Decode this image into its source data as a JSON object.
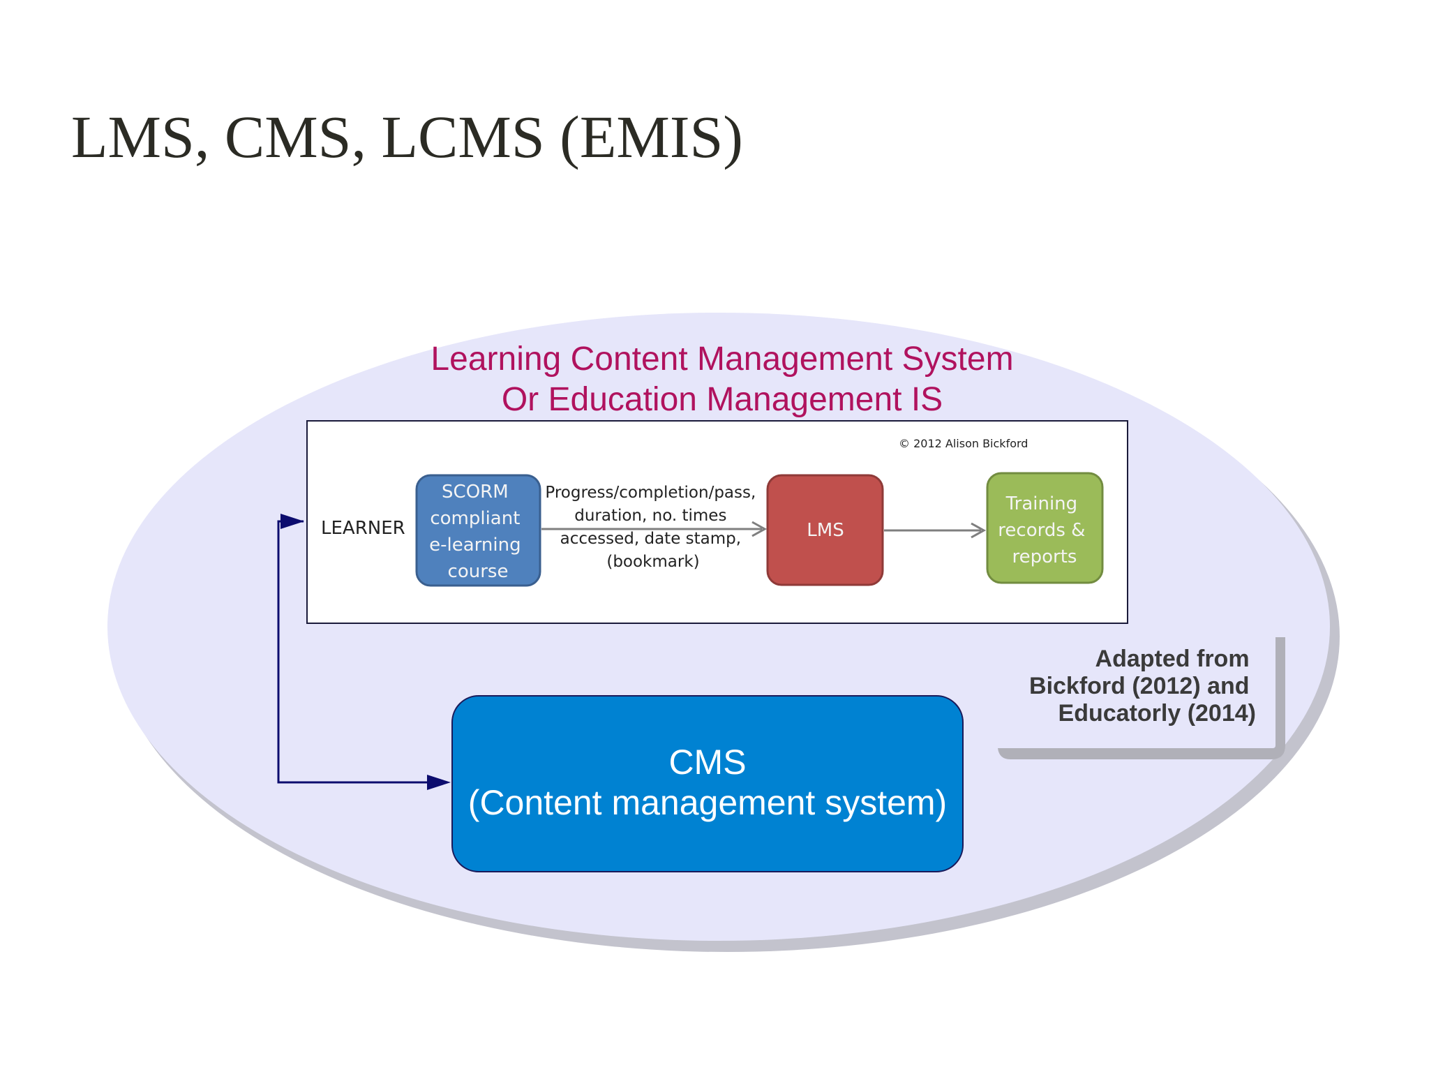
{
  "slide": {
    "title": "LMS, CMS, LCMS (EMIS)"
  },
  "diagram": {
    "heading_line1": "Learning Content Management System",
    "heading_line2": "Or Education Management IS",
    "copyright": "© 2012 Alison Bickford",
    "learner_label": "LEARNER",
    "scorm_box": {
      "lines": [
        "SCORM",
        "compliant",
        "e-learning",
        "course"
      ]
    },
    "flow_label": {
      "lines": [
        "Progress/completion/pass,",
        "duration, no. times",
        "accessed, date stamp,",
        "(bookmark)"
      ]
    },
    "lms_box": {
      "label": "LMS"
    },
    "training_box": {
      "lines": [
        "Training",
        "records &",
        "reports"
      ]
    },
    "cms_box": {
      "line1": "CMS",
      "line2": "(Content management system)"
    },
    "credit": {
      "lines": [
        "Adapted from",
        "Bickford (2012) and",
        "Educatorly (2014)"
      ]
    }
  },
  "colors": {
    "title_text": "#2b2b24",
    "ellipse_fill": "#e6e6fa",
    "ellipse_shadow": "#b9b9c4",
    "heading_text": "#b0125e",
    "scorm_box": "#4f81bd",
    "lms_box": "#c0504d",
    "training_box": "#9bbb59",
    "cms_box": "#0082d2",
    "connector": "#0c0c6e",
    "flow_arrow": "#7f7f7f",
    "credit_shadow": "#b0b0b8"
  }
}
